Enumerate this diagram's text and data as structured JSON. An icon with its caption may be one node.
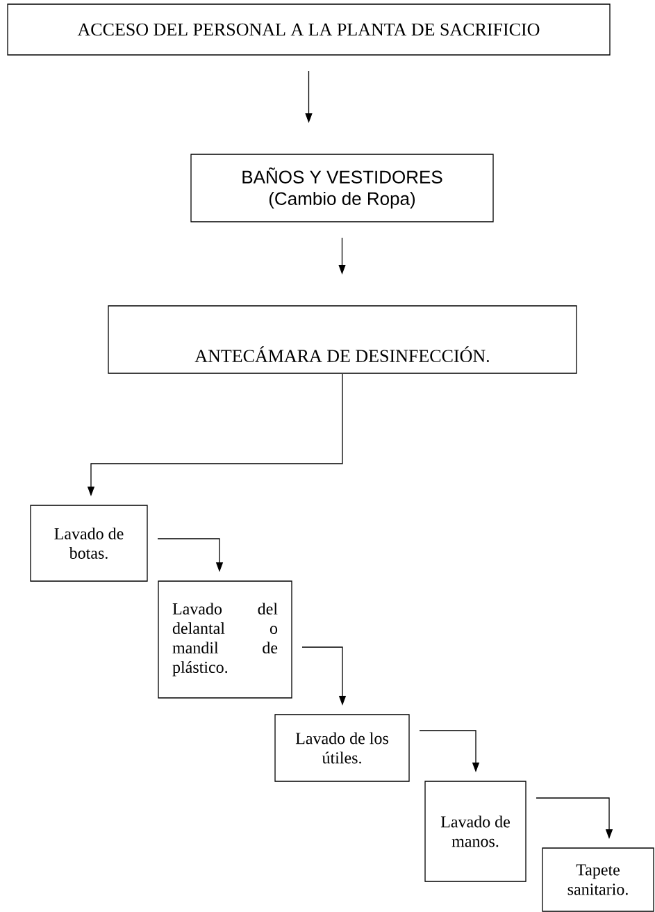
{
  "diagram": {
    "nodes": [
      {
        "text": [
          "ACCESO DEL PERSONAL A LA PLANTA DE SACRIFICIO"
        ]
      },
      {
        "text": [
          "BAÑOS Y VESTIDORES",
          "(Cambio de Ropa)"
        ]
      },
      {
        "text": [
          "ANTECÁMARA DE  DESINFECCIÓN."
        ]
      },
      {
        "text": [
          "Lavado de botas."
        ]
      },
      {
        "text": [
          "Lavado del delantal o mandil de plástico."
        ]
      },
      {
        "text": [
          "Lavado de los útiles."
        ]
      },
      {
        "text": [
          "Lavado de manos."
        ]
      },
      {
        "text": [
          "Tapete sanitario."
        ]
      }
    ],
    "edges": [
      {
        "from": 0,
        "to": 1,
        "arrow": "to"
      },
      {
        "from": 1,
        "to": 2,
        "arrow": "to"
      },
      {
        "from": 2,
        "to": 3,
        "arrow": "to"
      },
      {
        "from": 3,
        "to": 4,
        "arrow": "to"
      },
      {
        "from": 4,
        "to": 5,
        "arrow": "to"
      },
      {
        "from": 5,
        "to": 6,
        "arrow": "to"
      },
      {
        "from": 6,
        "to": 7,
        "arrow": "to"
      }
    ]
  }
}
